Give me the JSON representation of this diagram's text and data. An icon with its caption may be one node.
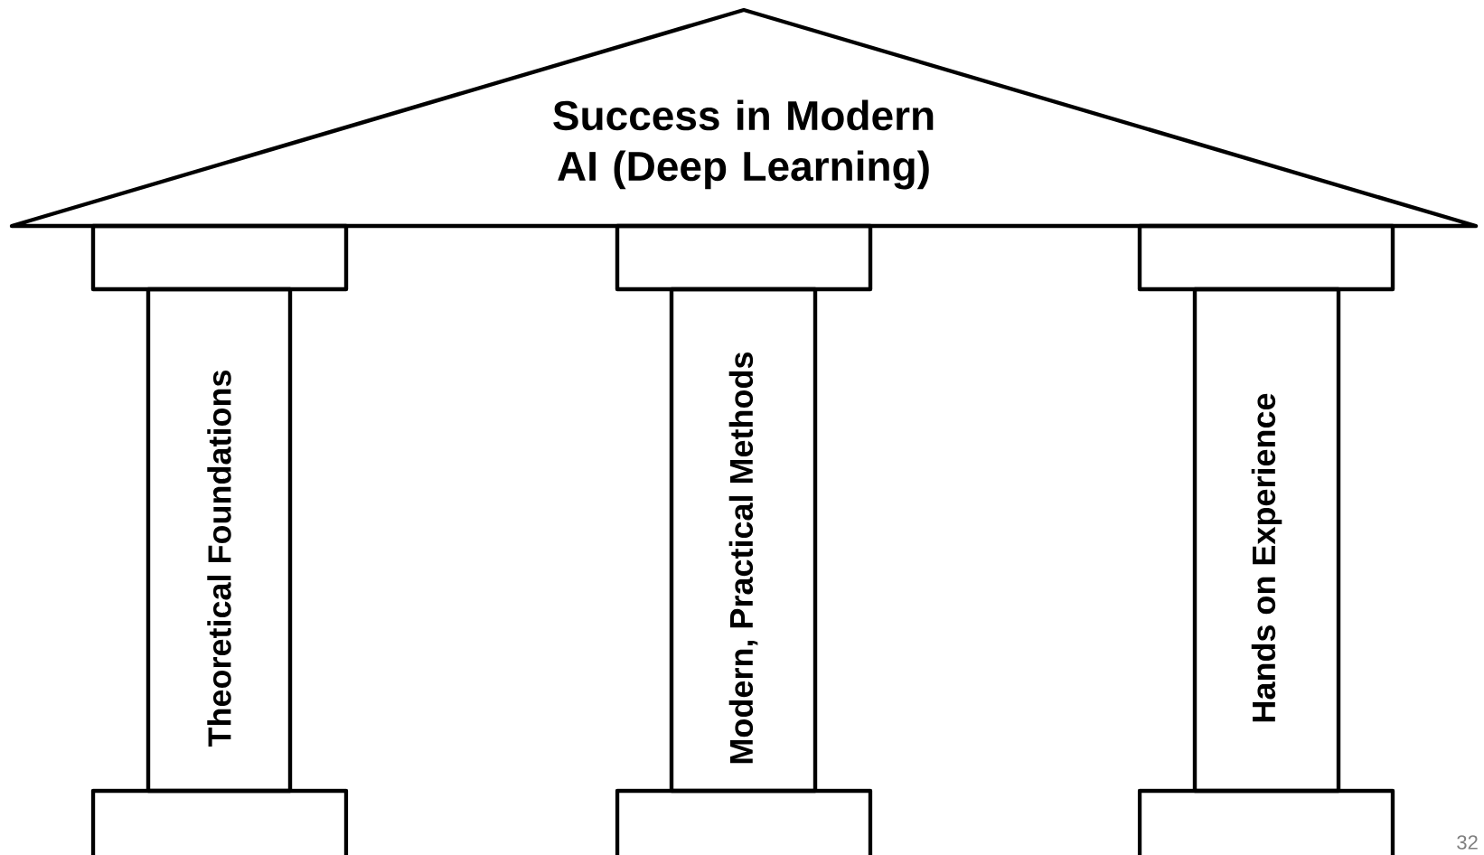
{
  "diagram": {
    "nodes": [
      {
        "text": [
          "Success in Modern AI (Deep Learning)"
        ]
      },
      {
        "text": [],
        "shape": "box"
      },
      {
        "text": [],
        "shape": "box"
      },
      {
        "text": [],
        "shape": "box"
      },
      {
        "text": [
          "Theoretical Foundations"
        ]
      },
      {
        "text": [
          "Modern, Practical Methods"
        ]
      },
      {
        "text": [
          "Hands on Experience"
        ]
      },
      {
        "text": [],
        "shape": "box"
      },
      {
        "text": [],
        "shape": "box"
      },
      {
        "text": [],
        "shape": "box"
      }
    ],
    "edges": [],
    "labels": [
      "32"
    ]
  }
}
